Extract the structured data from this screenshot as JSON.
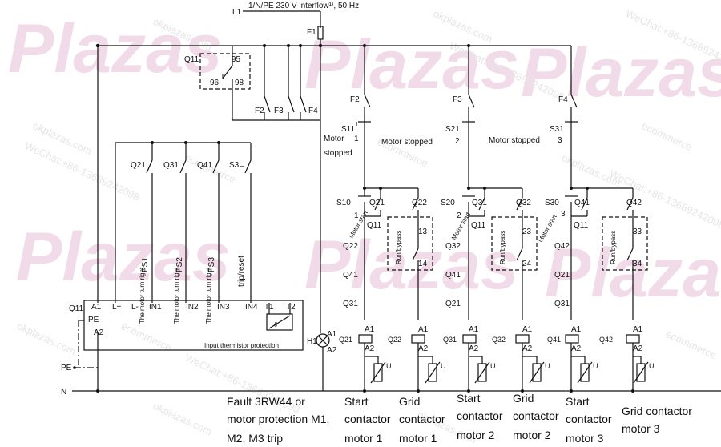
{
  "supply": {
    "l1": "L1",
    "spec": "1/N/PE 230 V interflow¹⁾, 50 Hz",
    "n": "N",
    "pe": "PE"
  },
  "fuses": {
    "f1": "F1",
    "f2": "F2",
    "f3": "F3",
    "f4": "F4"
  },
  "relay": {
    "name": "Q11",
    "contacts": {
      "c95": "95",
      "c96": "96",
      "c98": "98"
    },
    "terminals": {
      "a1": "A1",
      "lplus": "L+",
      "lminus": "L-",
      "in1": "IN1",
      "in2": "IN2",
      "in3": "IN3",
      "in4": "IN4",
      "t1": "T1",
      "t2": "T2",
      "pe": "PE",
      "a2": "A2"
    },
    "thermistor_label": "Input thermistor protection",
    "theta": "ϑ"
  },
  "inputs": {
    "contacts": [
      "Q21",
      "Q31",
      "Q41",
      "S3"
    ],
    "labels": [
      "The motor turn right",
      "The motor turn right",
      "The motor turn right"
    ],
    "ps": [
      "PS1",
      "PS2",
      "PS3"
    ],
    "trip_reset": "trip/reset"
  },
  "indicator": {
    "name": "H1",
    "a1": "A1",
    "a2": "A2"
  },
  "stop_switches": {
    "s11": "S11",
    "s21": "S21",
    "s31": "S31",
    "one": "1",
    "two": "2",
    "three": "3",
    "stopped1": [
      "Motor",
      "stopped"
    ],
    "stopped2": "Motor stopped",
    "stopped3": "Motor stopped"
  },
  "motors": [
    {
      "start_switch": "S10",
      "start_num": "1",
      "start_text": "Motor start",
      "self": "Q21",
      "grid": "Q22",
      "inter": "Q11",
      "chain": [
        "Q22",
        "Q41",
        "Q31"
      ],
      "box_top": "13",
      "box_bottom": "14",
      "coil_run": "Q21",
      "coil_grid": "Q22"
    },
    {
      "start_switch": "S20",
      "start_num": "2",
      "start_text": "Motor start",
      "self": "Q31",
      "grid": "Q32",
      "inter": "Q11",
      "chain": [
        "Q32",
        "Q41",
        "Q21"
      ],
      "box_top": "23",
      "box_bottom": "24",
      "coil_run": "Q31",
      "coil_grid": "Q32"
    },
    {
      "start_switch": "S30",
      "start_num": "3",
      "start_text": "Motor start",
      "self": "Q41",
      "grid": "Q42",
      "inter": "Q11",
      "chain": [
        "Q42",
        "Q21",
        "Q31"
      ],
      "box_top": "33",
      "box_bottom": "34",
      "coil_run": "Q41",
      "coil_grid": "Q42"
    }
  ],
  "bypass_label": "Run/bypass",
  "coil_terms": {
    "a1": "A1",
    "a2": "A2",
    "u": "U"
  },
  "captions": {
    "fault": [
      "Fault 3RW44 or",
      "motor protection M1,",
      "M2, M3 trip"
    ],
    "start1": [
      "Start",
      "contactor",
      "motor 1"
    ],
    "grid1": [
      "Grid",
      "contactor",
      "motor 1"
    ],
    "start2": [
      "Start",
      "contactor",
      "motor 2"
    ],
    "grid2": [
      "Grid",
      "contactor",
      "motor 2"
    ],
    "start3": [
      "Start",
      "contactor",
      "motor 3"
    ],
    "grid3": [
      "Grid contactor",
      "motor 3"
    ]
  },
  "watermark": {
    "brand": "Plazas",
    "url": "okplazas.com",
    "wechat": "WeChat:+86-13689242098",
    "commerce": "ecommerce"
  }
}
